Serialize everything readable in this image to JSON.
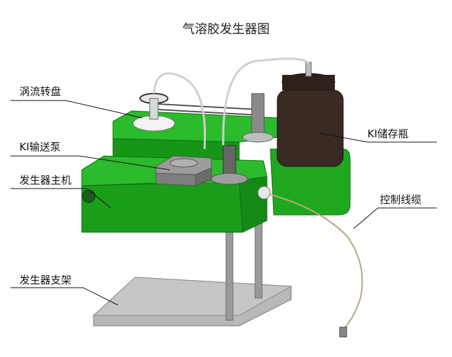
{
  "diagram": {
    "title": "气溶胶发生器图",
    "labels": {
      "vortex_turntable": "涡流转盘",
      "ki_pump": "KI输送泵",
      "main_unit": "发生器主机",
      "stand": "发生器支架",
      "ki_bottle": "KI储存瓶",
      "control_cable": "控制线缆"
    },
    "colors": {
      "body_green": "#1fa81f",
      "body_dark_green": "#148a14",
      "bottle": "#3a2a24",
      "pump_gray": "#8c8c8c",
      "stand_gray": "#a9a9a9"
    }
  }
}
